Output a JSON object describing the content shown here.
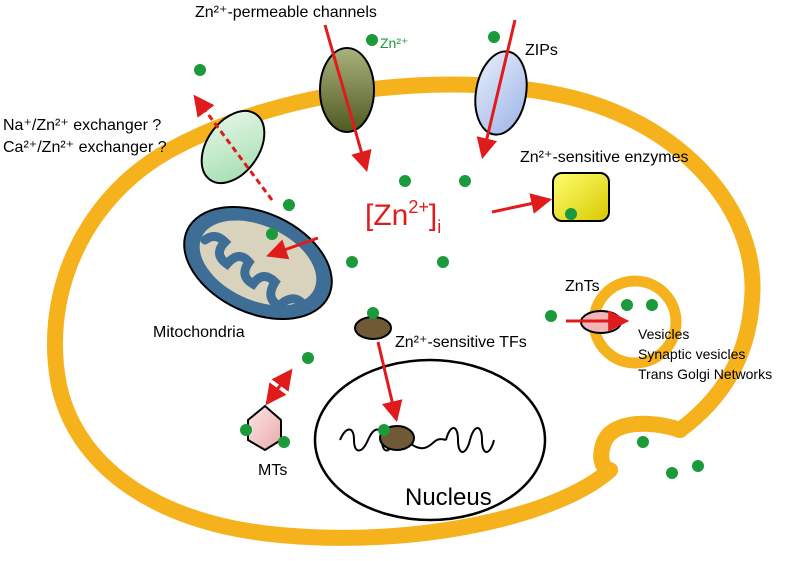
{
  "labels": {
    "channels": "Zn²⁺-permeable channels",
    "zn_free": "Zn²⁺",
    "zips": "ZIPs",
    "exchanger_na": "Na⁺/Zn²⁺ exchanger ?",
    "exchanger_ca": "Ca²⁺/Zn²⁺ exchanger ?",
    "enzymes": "Zn²⁺-sensitive enzymes",
    "zn_intracellular_main": "[Zn",
    "zn_intracellular_sup": "2+",
    "zn_intracellular_close": "]",
    "zn_intracellular_sub": "i",
    "mitochondria": "Mitochondria",
    "znts": "ZnTs",
    "vesicles": "Vesicles",
    "synaptic_vesicles": "Synaptic vesicles",
    "trans_golgi": "Trans Golgi Networks",
    "tfs": "Zn²⁺-sensitive TFs",
    "mts": "MTs",
    "nucleus": "Nucleus"
  },
  "colors": {
    "membrane": "#f5b21c",
    "zinc": "#1a9a3a",
    "arrow": "#e01b1b",
    "zn_text": "#e01b1b",
    "zn_free_text": "#1a9a3a",
    "channel": "#6f7a3a",
    "zip": "#b7c9ee",
    "exchanger": "#bfe8c6",
    "enzyme": "#f2f21a",
    "mito_outer": "#3e6e96",
    "mito_inner": "#d9d3bd",
    "tf": "#6f5a35",
    "mt": "#f2c7c7",
    "znt": "#f2b5b5"
  }
}
